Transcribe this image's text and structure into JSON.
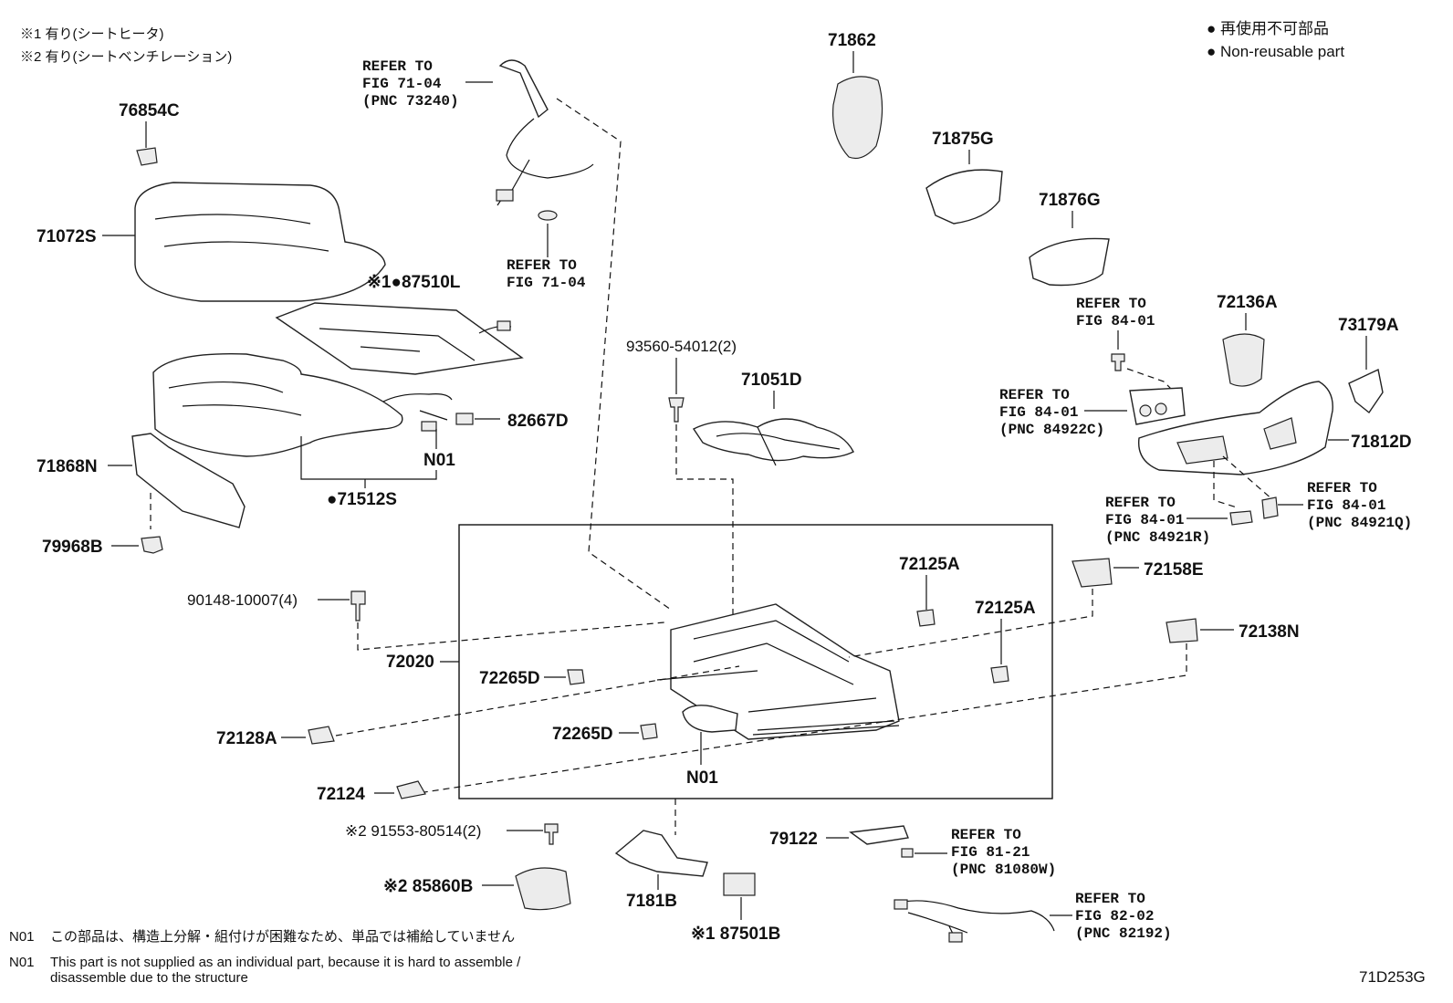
{
  "legend": {
    "note1": "※1 有り(シートヒータ)",
    "note2": "※2 有り(シートベンチレーション)",
    "nonreusable_jp": "● 再使用不可部品",
    "nonreusable_en": "● Non-reusable part"
  },
  "labels": {
    "p76854C": "76854C",
    "p71072S": "71072S",
    "p87510L": "※1●87510L",
    "p82667D": "82667D",
    "n01a": "N01",
    "p71512S": "●71512S",
    "p71868N": "71868N",
    "p79968B": "79968B",
    "p90148": "90148-10007(4)",
    "p72020": "72020",
    "p72128A": "72128A",
    "p72124": "72124",
    "p91553": "※2 91553-80514(2)",
    "p85860B": "※2 85860B",
    "p7181B": "7181B",
    "p87501B": "※1 87501B",
    "p72265Da": "72265D",
    "p72265Db": "72265D",
    "n01b": "N01",
    "p93560": "93560-54012(2)",
    "p71051D": "71051D",
    "p71862": "71862",
    "p71875G": "71875G",
    "p71876G": "71876G",
    "p72136A": "72136A",
    "p73179A": "73179A",
    "p71812D": "71812D",
    "p72125Aa": "72125A",
    "p72125Ab": "72125A",
    "p72158E": "72158E",
    "p72138N": "72138N",
    "p79122": "79122"
  },
  "refs": {
    "r1": [
      "REFER TO",
      "FIG 71-04",
      "(PNC 73240)"
    ],
    "r2": [
      "REFER TO",
      "FIG 71-04"
    ],
    "r3": [
      "REFER TO",
      "FIG 84-01"
    ],
    "r4": [
      "REFER TO",
      "FIG 84-01",
      "(PNC 84922C)"
    ],
    "r5": [
      "REFER TO",
      "FIG 84-01",
      "(PNC 84921R)"
    ],
    "r6": [
      "REFER TO",
      "FIG 84-01",
      "(PNC 84921Q)"
    ],
    "r7": [
      "REFER TO",
      "FIG 81-21",
      "(PNC 81080W)"
    ],
    "r8": [
      "REFER TO",
      "FIG 82-02",
      "(PNC 82192)"
    ]
  },
  "footer": {
    "n01_jp_code": "N01",
    "n01_jp": "この部品は、構造上分解・組付けが困難なため、単品では補給していません",
    "n01_en_code": "N01",
    "n01_en_1": "This part is not supplied as an individual part, because it is hard to assemble /",
    "n01_en_2": "disassemble due to the structure",
    "figure_id": "71D253G"
  }
}
